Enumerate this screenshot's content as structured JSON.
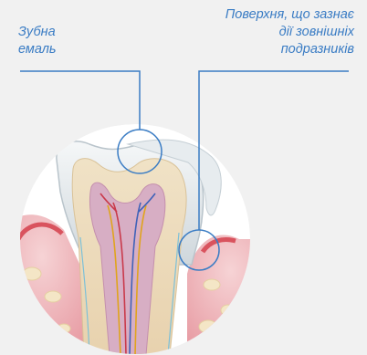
{
  "labels": {
    "left": {
      "line1": "Зубна",
      "line2": "емаль"
    },
    "right": {
      "line1": "Поверхня, що зазнає",
      "line2": "дії зовнішніх",
      "line3": "подразників"
    }
  },
  "colors": {
    "accent": "#3a7cc4",
    "background": "#f1f1f1",
    "gum": "#e8a5ab",
    "enamel": "#dfe5e9",
    "pulp": "#d9b0c6"
  }
}
